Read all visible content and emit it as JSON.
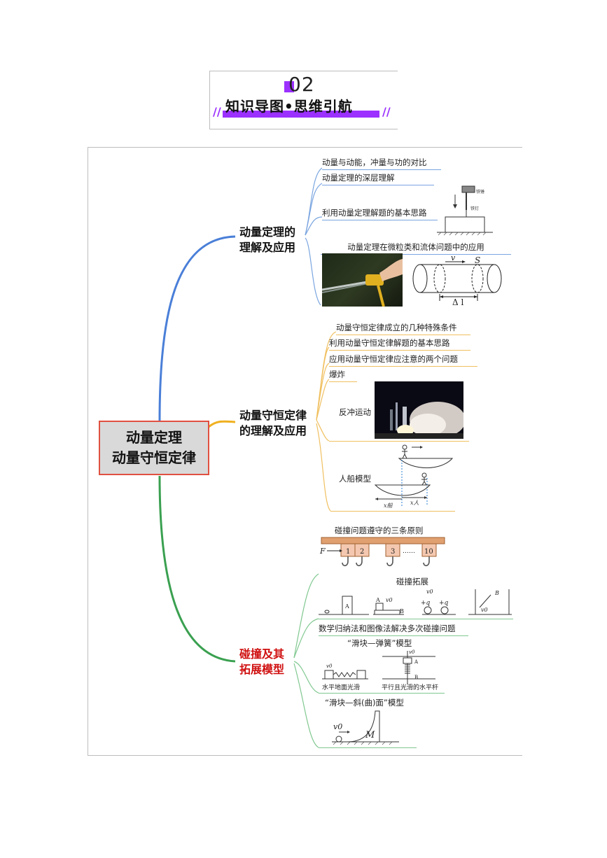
{
  "header": {
    "number": "02",
    "title": "知识导图•思维引航"
  },
  "root": {
    "line1": "动量定理",
    "line2": "动量守恒定律"
  },
  "branches": {
    "b1": {
      "line1": "动量定理的",
      "line2": "理解及应用",
      "items": [
        "动量与动能，冲量与功的对比",
        "动量定理的深层理解",
        "利用动量定理解题的基本思路",
        "动量定理在微粒类和流体问题中的应用"
      ],
      "labels": [
        "铁锤",
        "铁钉"
      ],
      "cyl_v": "v",
      "cyl_s": "S",
      "cyl_dl": "Δ l"
    },
    "b2": {
      "line1": "动量守恒定律",
      "line2": "的理解及应用",
      "items": [
        "动量守恒定律成立的几种特殊条件",
        "利用动量守恒定律解题的基本思路",
        "应用动量守恒定律应注意的两个问题",
        "爆炸",
        "反冲运动",
        "人船模型"
      ],
      "x_boat": "x船",
      "x_person": "x人"
    },
    "b3": {
      "line1": "碰撞及其",
      "line2": "拓展模型",
      "items": [
        "碰撞问题遵守的三条原则",
        "碰撞拓展",
        "数学归纳法和图像法解决多次碰撞问题",
        "“滑块—弹簧”模型",
        "“滑块—斜(曲)面”模型"
      ],
      "hook_labels": [
        "1",
        "2",
        "3",
        "10"
      ],
      "dots": "……",
      "force": "F",
      "sub_labels": [
        "水平地面光滑",
        "平行且光滑的水平杆"
      ],
      "M": "M",
      "v0": "v0",
      "A": "A",
      "B": "B",
      "q1": "+q",
      "q2": "+q"
    }
  },
  "colors": {
    "accent": "#9b30ff",
    "blue": "#4a7fd8",
    "yellow": "#f0b020",
    "green": "#3aa050",
    "red": "#d01010"
  }
}
